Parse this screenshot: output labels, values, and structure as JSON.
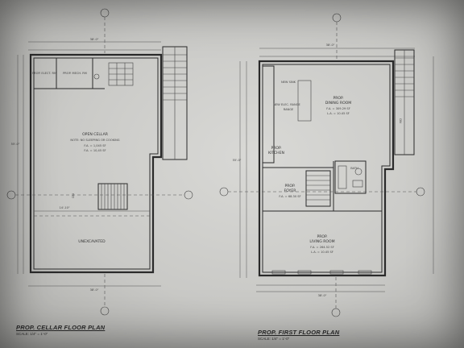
{
  "cellar": {
    "title": "PROP. CELLAR FLOOR PLAN",
    "scale": "SCALE: 1/4\" = 1'-0\"",
    "rooms": {
      "elec": "PROP. ELECT. RM",
      "mech": "PROP. MECH. RM",
      "open1": "OPEN CELLAR",
      "open2": "NOTE: NO SLEEPING OR COOKING",
      "unexcavated": "UNEXCAVATED"
    },
    "dims": {
      "top": "38'-0\"",
      "bottom": "38'-0\"",
      "mid": "14'-10\"",
      "side": "55'-0\""
    }
  },
  "first": {
    "title": "PROP. FIRST FLOOR PLAN",
    "scale": "SCALE: 1/4\" = 1'-0\"",
    "rooms": {
      "dining1": "PROP.",
      "dining2": "DINING ROOM",
      "kitchen1": "PROP.",
      "kitchen2": "KITCHEN",
      "foyer1": "PROP.",
      "foyer2": "FOYER",
      "living1": "PROP.",
      "living2": "LIVING ROOM",
      "sink": "NEW SINK",
      "range": "NEW ELEC. RANGE",
      "bath": "BATH"
    },
    "dims": {
      "top": "38'-0\"",
      "bottom": "38'-0\"",
      "side": "55'-0\""
    }
  }
}
